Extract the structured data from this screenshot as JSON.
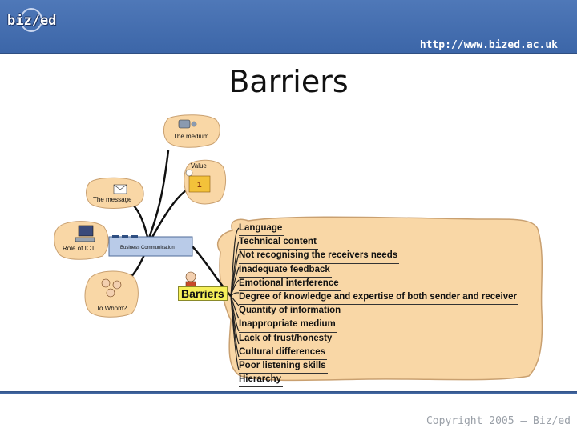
{
  "header": {
    "logo_text": "biz/ed",
    "url": "http://www.bized.ac.uk"
  },
  "slide": {
    "title": "Barriers",
    "copyright": "Copyright 2005 – Biz/ed"
  },
  "mindmap": {
    "center_label": "Business Communication",
    "branches": [
      {
        "label": "The medium",
        "icon": "phone-icon"
      },
      {
        "label": "Value",
        "icon": "award-icon"
      },
      {
        "label": "The message",
        "icon": "envelope-icon"
      },
      {
        "label": "Role of ICT",
        "icon": "computer-icon"
      },
      {
        "label": "To Whom?",
        "icon": "people-icon"
      }
    ],
    "barriers_label": "Barriers",
    "barriers": [
      "Language",
      "Technical content",
      "Not recognising the receivers needs",
      "Inadequate feedback",
      "Emotional interference",
      "Degree of knowledge and expertise of both sender and receiver",
      "Quantity of information",
      "Inappropriate medium",
      "Lack of trust/honesty",
      "Cultural differences",
      "Poor listening skills",
      "Hierarchy"
    ]
  },
  "colors": {
    "header_blue": "#4f78b8",
    "bubble_fill": "#f9d7a6",
    "bubble_border": "#c9a070",
    "barriers_highlight": "#f6f05a"
  }
}
